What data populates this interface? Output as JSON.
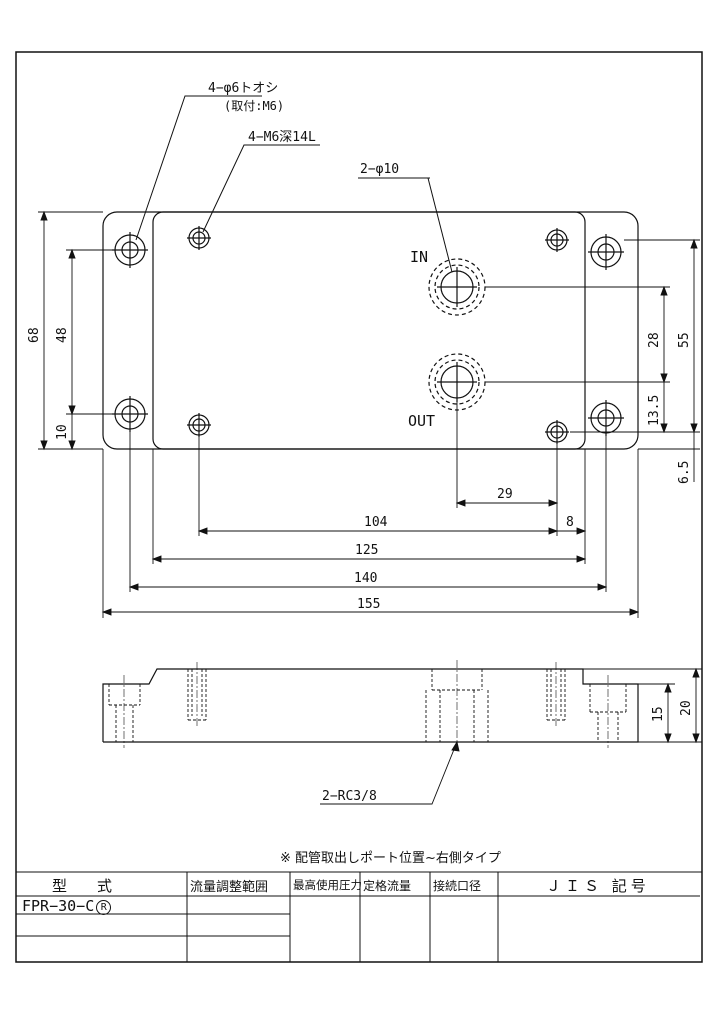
{
  "drawing": {
    "callouts": {
      "through_hole": "4−φ6トオシ",
      "through_hole_note": "(取付:M6)",
      "tapped_hole": "4−M6深14L",
      "port_hole": "2−φ10",
      "port_in": "IN",
      "port_out": "OUT",
      "port_thread": "2−RC3/8"
    },
    "dimensions": {
      "d155": "155",
      "d140": "140",
      "d125": "125",
      "d104": "104",
      "d8": "8",
      "d29": "29",
      "d68": "68",
      "d48": "48",
      "d10": "10",
      "d55": "55",
      "d28": "28",
      "d13_5": "13.5",
      "d6_5": "6.5",
      "d20": "20",
      "d15": "15"
    },
    "note": "※ 配管取出しポート位置~右側タイプ"
  },
  "title_block": {
    "col_model": "型　　式",
    "col_flow_range": "流量調整範囲",
    "col_max_pressure": "最高使用圧力",
    "col_rated_flow": "定格流量",
    "col_port_size": "接続口径",
    "col_jis": "ＪＩＳ 記号",
    "model_value": "FPR−30−C",
    "model_suffix": "R"
  }
}
